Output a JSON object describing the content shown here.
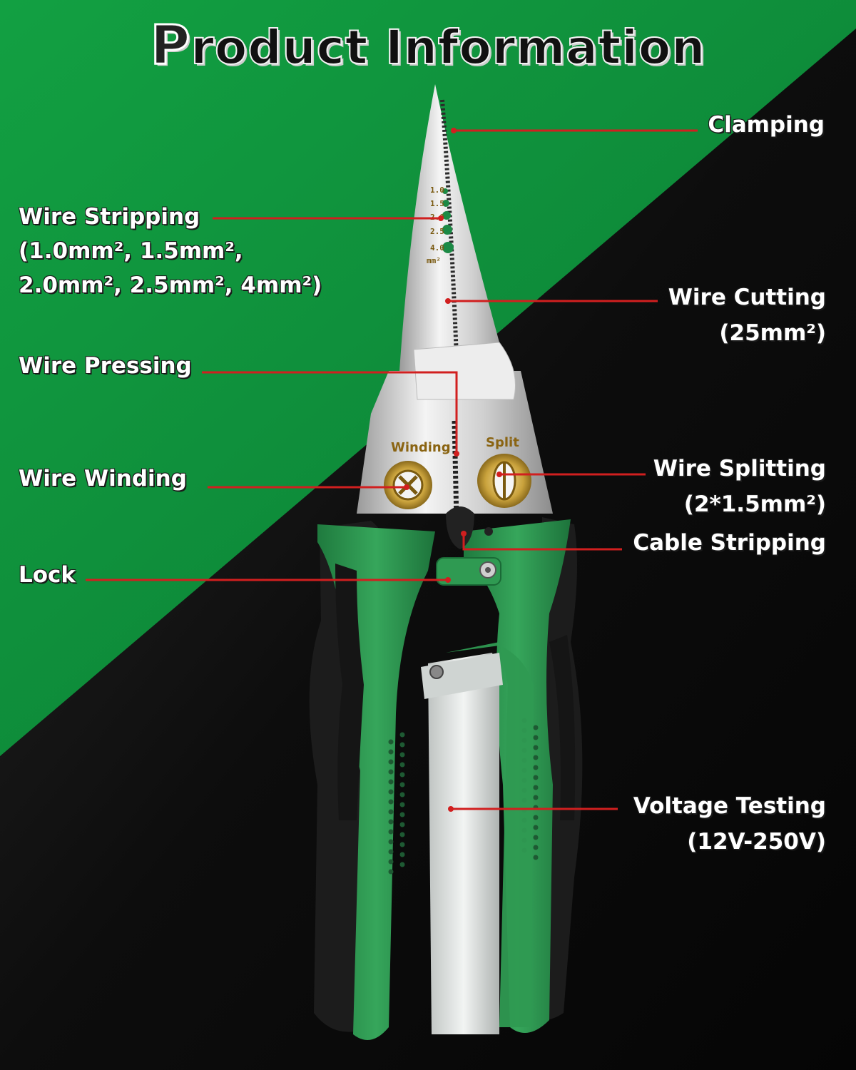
{
  "title": {
    "initial": "P",
    "rest": "roduct Information"
  },
  "colors": {
    "green_bg": "#0f8a3a",
    "black_bg": "#0b0b0b",
    "leader": "#d11f1f",
    "handle_green": "#2f9a52",
    "handle_black": "#1c1c1c",
    "steel": "#dcdcdc",
    "brass": "#c9a23c"
  },
  "labels": {
    "clamping": "Clamping",
    "wire_stripping": "Wire Stripping",
    "wire_stripping_line2": "(1.0mm²,  1.5mm²,",
    "wire_stripping_line3": "2.0mm²,  2.5mm²,  4mm²)",
    "wire_cutting": "Wire Cutting",
    "wire_cutting_spec": "(25mm²)",
    "wire_pressing": "Wire Pressing",
    "wire_winding": "Wire Winding",
    "wire_splitting": "Wire Splitting",
    "wire_splitting_spec": "(2*1.5mm²)",
    "cable_stripping": "Cable Stripping",
    "lock": "Lock",
    "voltage_testing": "Voltage Testing",
    "voltage_testing_spec": "(12V-250V)"
  },
  "tool_marks": {
    "winding": "Winding",
    "split": "Split",
    "gauge_sizes": [
      "1.0",
      "1.5",
      "2.0",
      "2.5",
      "4.0"
    ],
    "gauge_unit": "mm²"
  }
}
